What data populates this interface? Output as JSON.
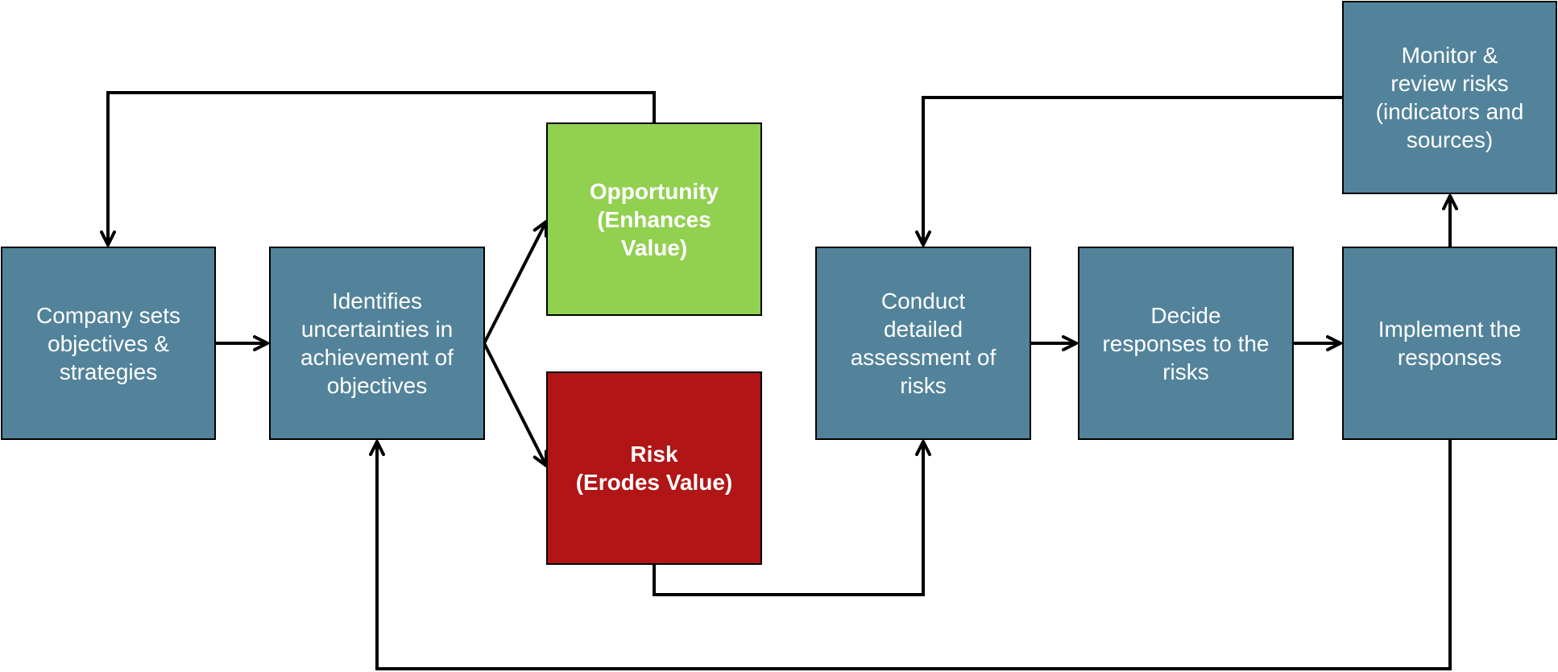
{
  "colors": {
    "process": "#52839a",
    "opportunity": "#92d050",
    "risk": "#b11515",
    "connector": "#000000",
    "text": "#ffffff"
  },
  "nodes": {
    "objectives": "Company sets\nobjectives &\nstrategies",
    "uncertainties": "Identifies\nuncertainties in\nachievement of\nobjectives",
    "opportunity": "Opportunity\n(Enhances\nValue)",
    "risk": "Risk\n(Erodes Value)",
    "assessment": "Conduct\ndetailed\nassessment of\nrisks",
    "decide": "Decide\nresponses to the\nrisks",
    "implement": "Implement the\nresponses",
    "monitor": "Monitor &\nreview risks\n(indicators and\nsources)"
  }
}
